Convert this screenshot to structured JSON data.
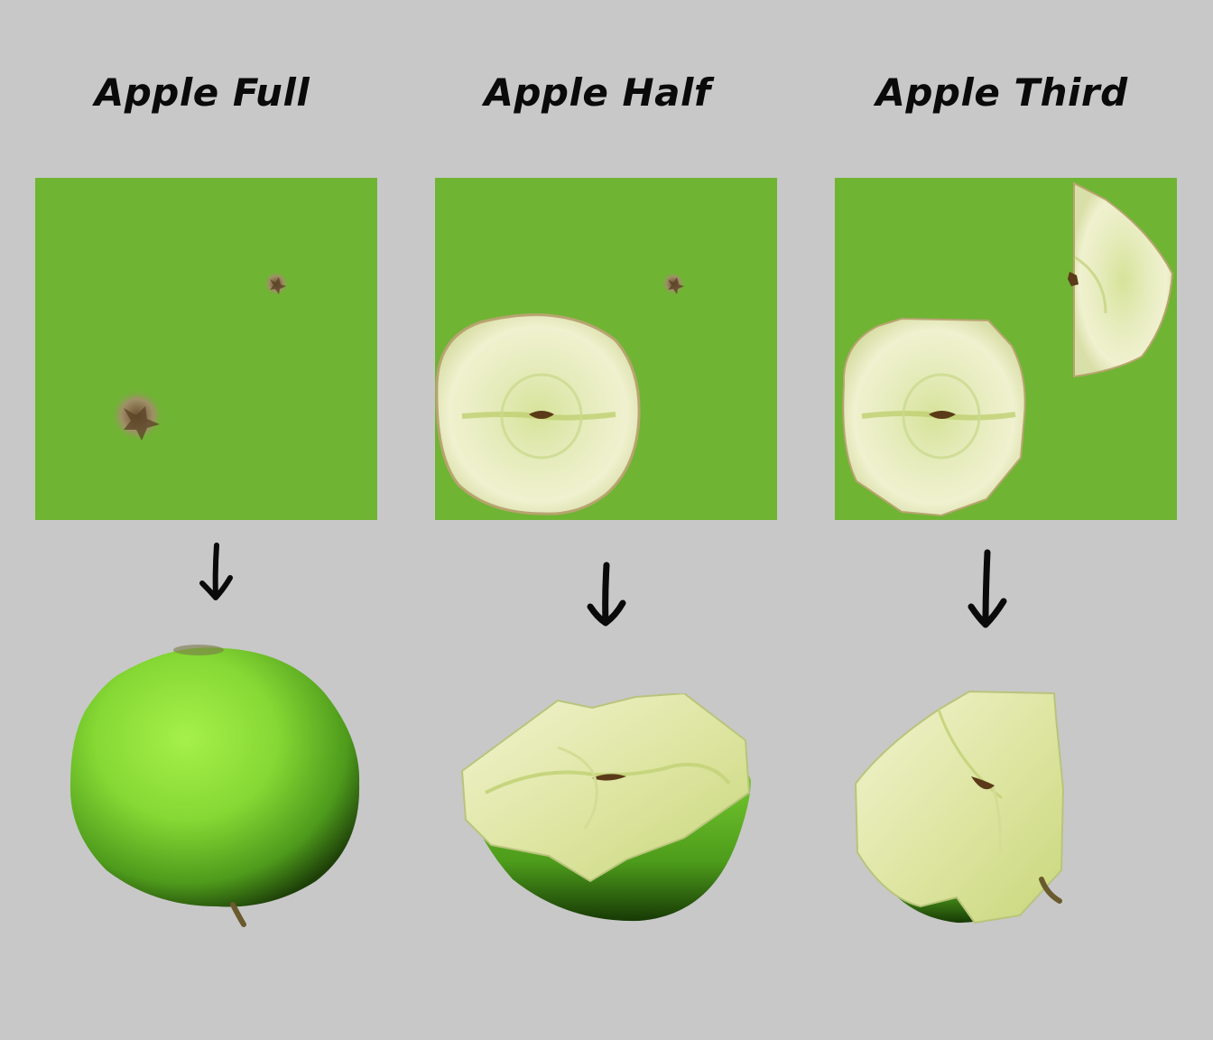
{
  "colors": {
    "background": "#c8c8c8",
    "texture_green": "#6fb433",
    "apple_green": "#8ee03a",
    "apple_flesh": "#e9eec0"
  },
  "panels": [
    {
      "title": "Apple Full",
      "texture_icon": "apple-peel-texture-icon",
      "model_icon": "whole-apple-icon"
    },
    {
      "title": "Apple Half",
      "texture_icon": "apple-half-texture-icon",
      "model_icon": "half-apple-icon"
    },
    {
      "title": "Apple Third",
      "texture_icon": "apple-third-texture-icon",
      "model_icon": "third-apple-icon"
    }
  ]
}
